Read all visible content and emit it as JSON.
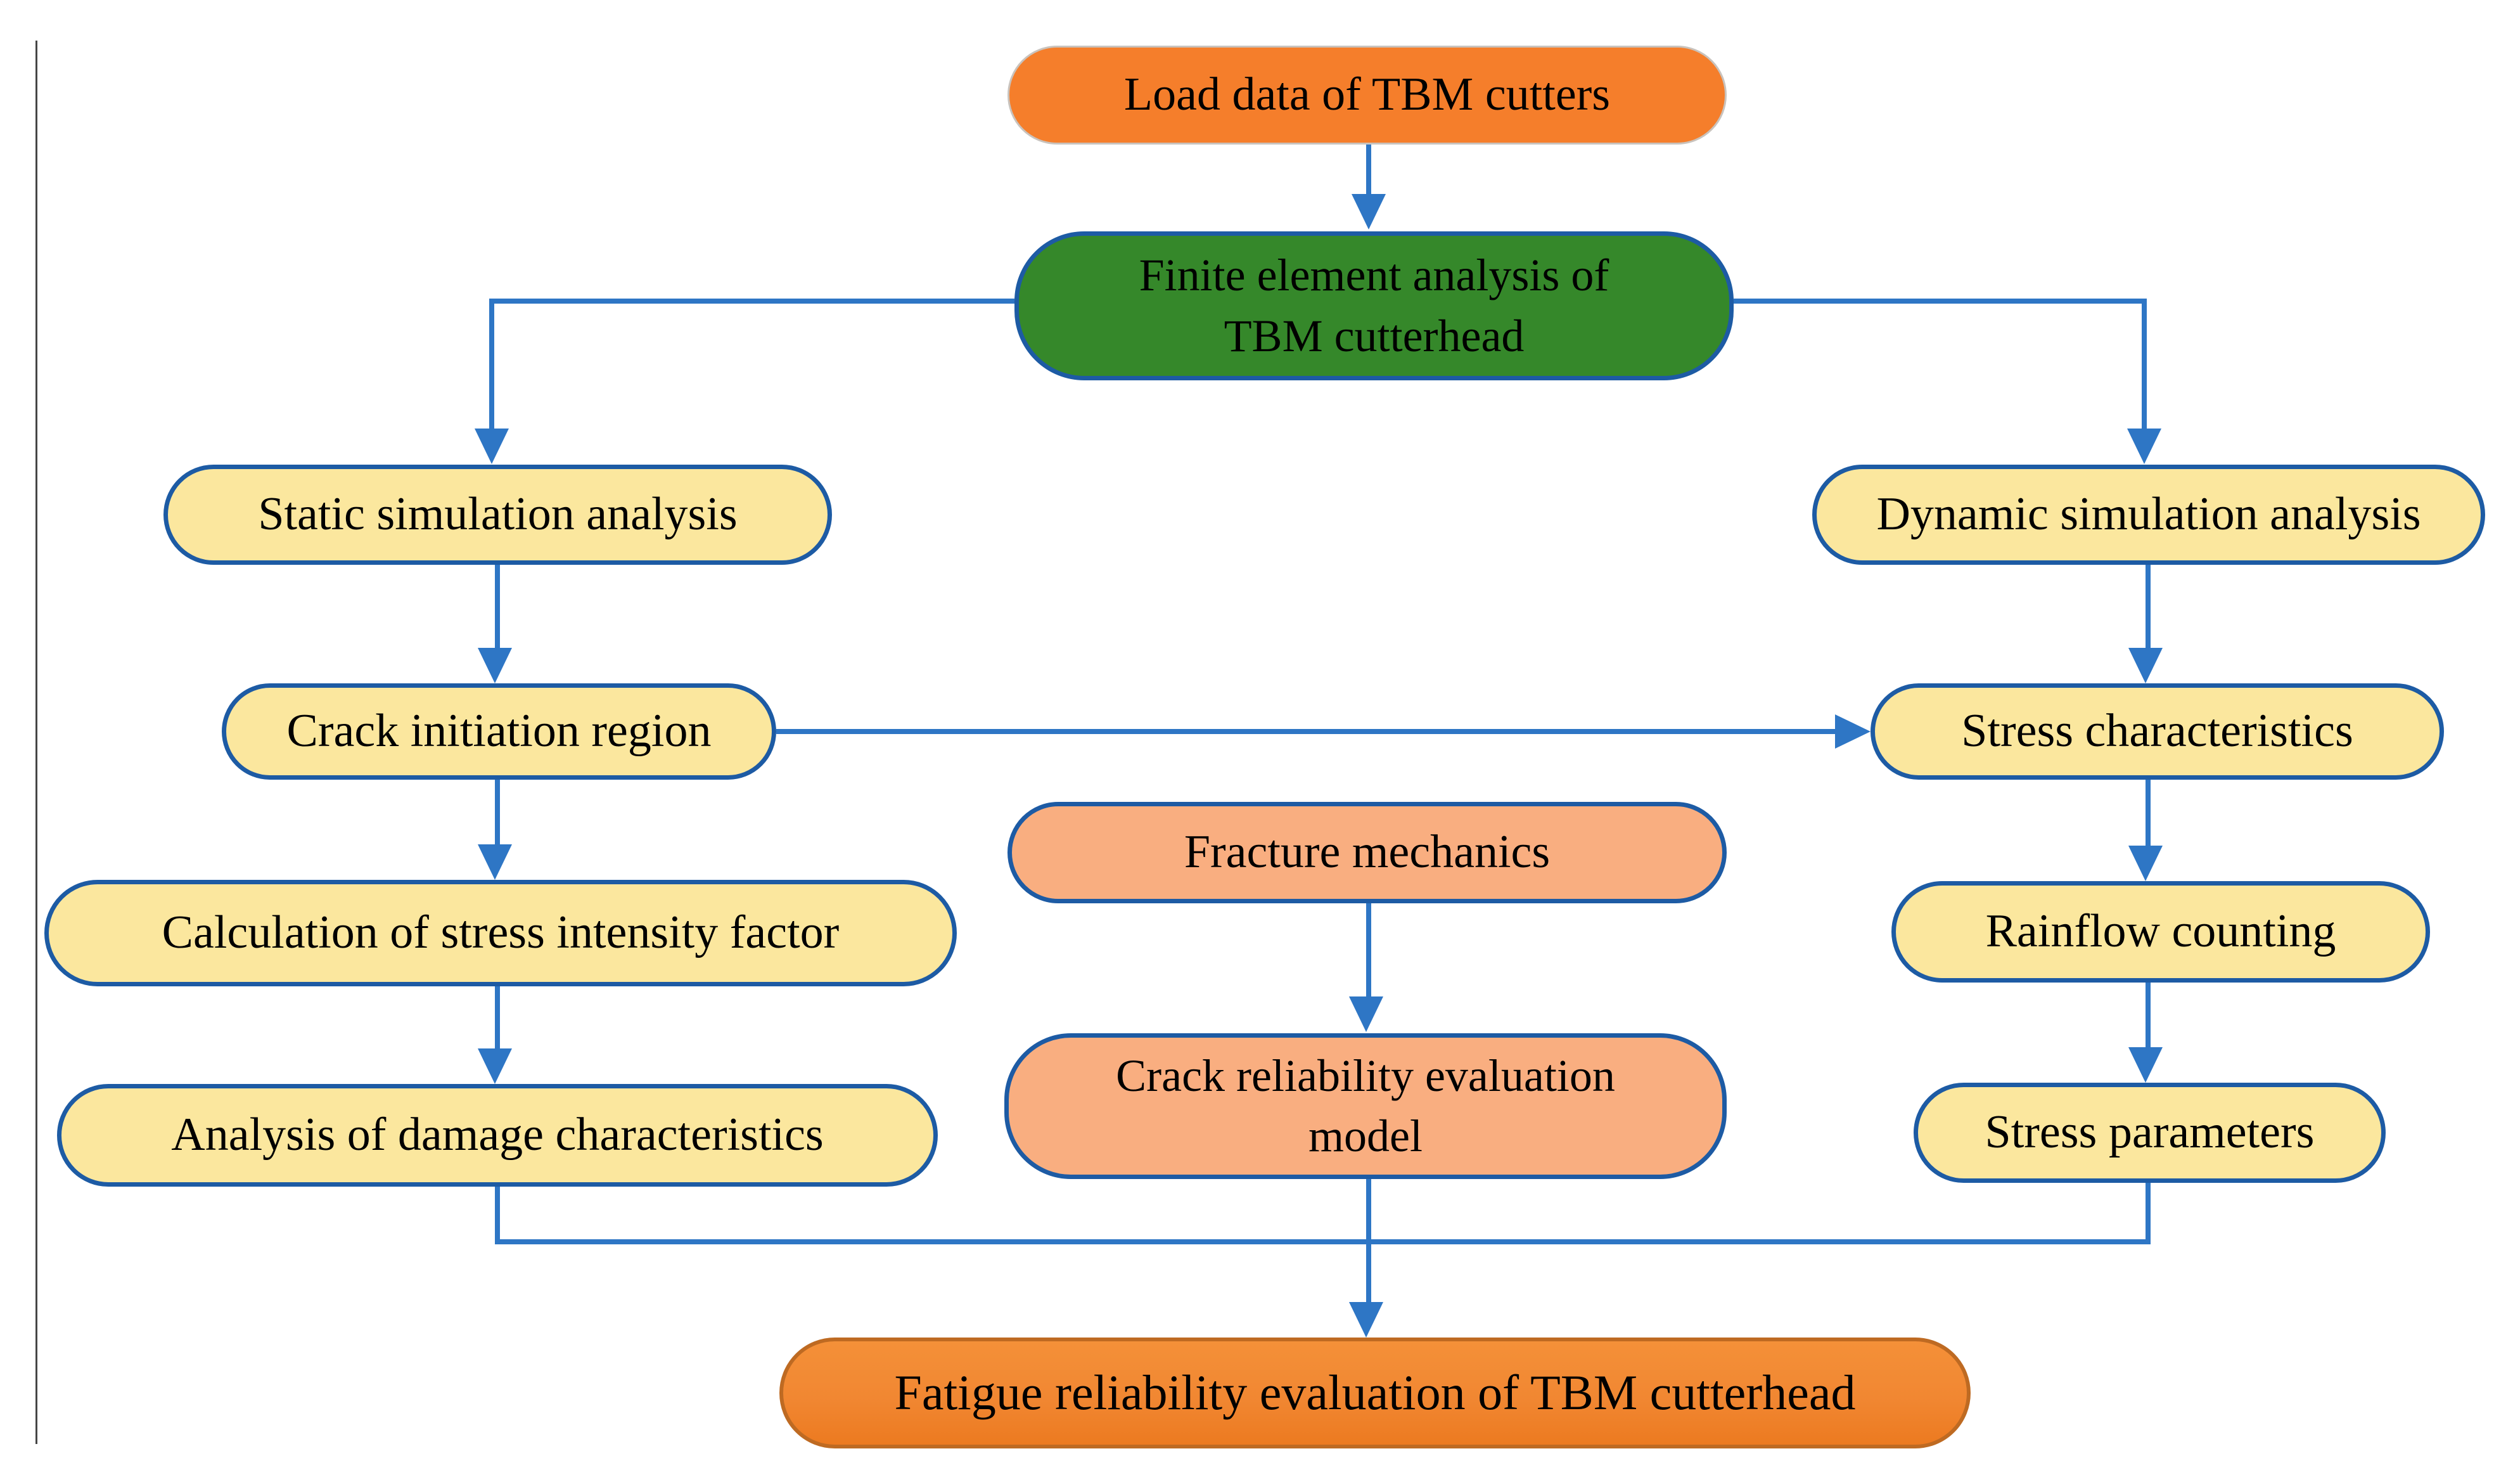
{
  "colors": {
    "arrow": "#2E76C5",
    "node_border": "#1D5BA4",
    "yellow_fill": "#FBE79E",
    "salmon_fill": "#F9AE80",
    "green_fill": "#35882A",
    "orange_fill": "#F57E2B",
    "deep_orange_fill": "#F18732",
    "deep_orange_border": "#BE6A22"
  },
  "nodes": {
    "load_data": "Load data of TBM cutters",
    "fea": "Finite element analysis of\nTBM cutterhead",
    "static_sim": "Static simulation analysis",
    "dynamic_sim": "Dynamic simulation analysis",
    "crack_initiation": "Crack initiation region",
    "stress_characteristics": "Stress characteristics",
    "fracture_mechanics": "Fracture mechanics",
    "calc_sif": "Calculation of stress intensity factor",
    "rainflow": "Rainflow counting",
    "crack_model": "Crack reliability evaluation\nmodel",
    "damage_analysis": "Analysis of damage characteristics",
    "stress_parameters": "Stress parameters",
    "fatigue_eval": "Fatigue reliability evaluation of TBM cutterhead"
  }
}
